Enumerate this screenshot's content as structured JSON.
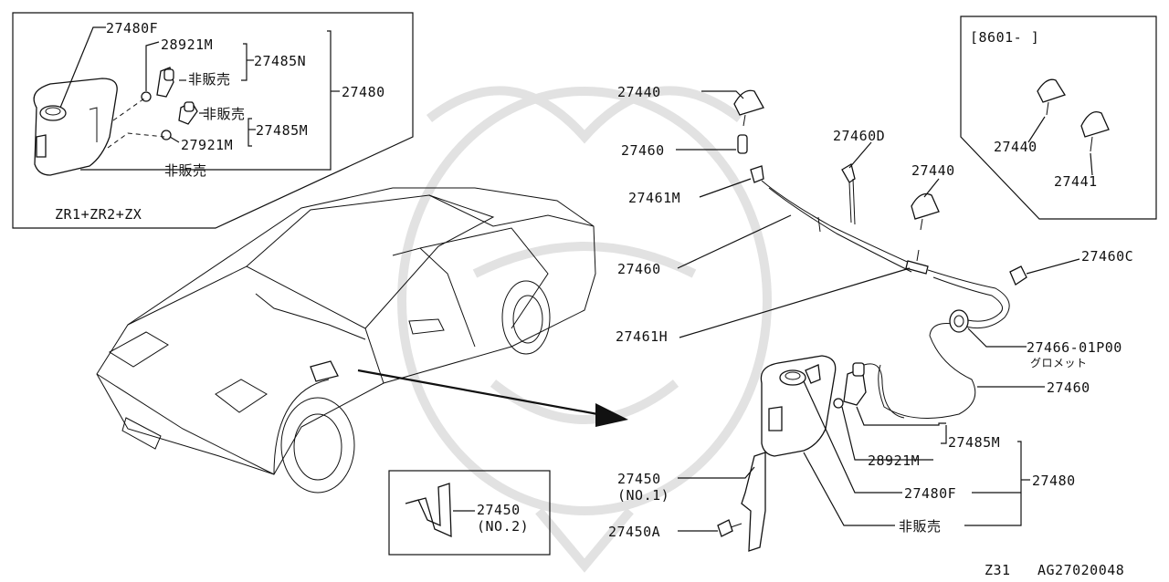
{
  "labels": {
    "inset_zr": {
      "p27480F": "27480F",
      "p28921M": "28921M",
      "p27485N": "27485N",
      "hanbai1": "非販売",
      "p27480": "27480",
      "hanbai2": "非販売",
      "p27485M": "27485M",
      "p27921M": "27921M",
      "hanbai3": "非販売",
      "models": "ZR1+ZR2+ZX"
    },
    "inset_8601": {
      "date_range": "[8601-    ]",
      "p27440": "27440",
      "p27441": "27441"
    },
    "inset_bracket": {
      "p27450": "27450",
      "no2": "(NO.2)"
    },
    "main": {
      "p27440_a": "27440",
      "p27460_a": "27460",
      "p27461M": "27461M",
      "p27460D": "27460D",
      "p27440_b": "27440",
      "p27460_b": "27460",
      "p27460C": "27460C",
      "p27461H": "27461H",
      "p27466": "27466-01P00",
      "grommet": "グロメット",
      "p27460_c": "27460",
      "p27485M": "27485M",
      "p28921M": "28921M",
      "p27480": "27480",
      "p27480F": "27480F",
      "p27450": "27450",
      "no1": "(NO.1)",
      "hanbai": "非販売",
      "p27450A": "27450A"
    },
    "footer": {
      "model": "Z31",
      "code": "AG27020048"
    }
  }
}
